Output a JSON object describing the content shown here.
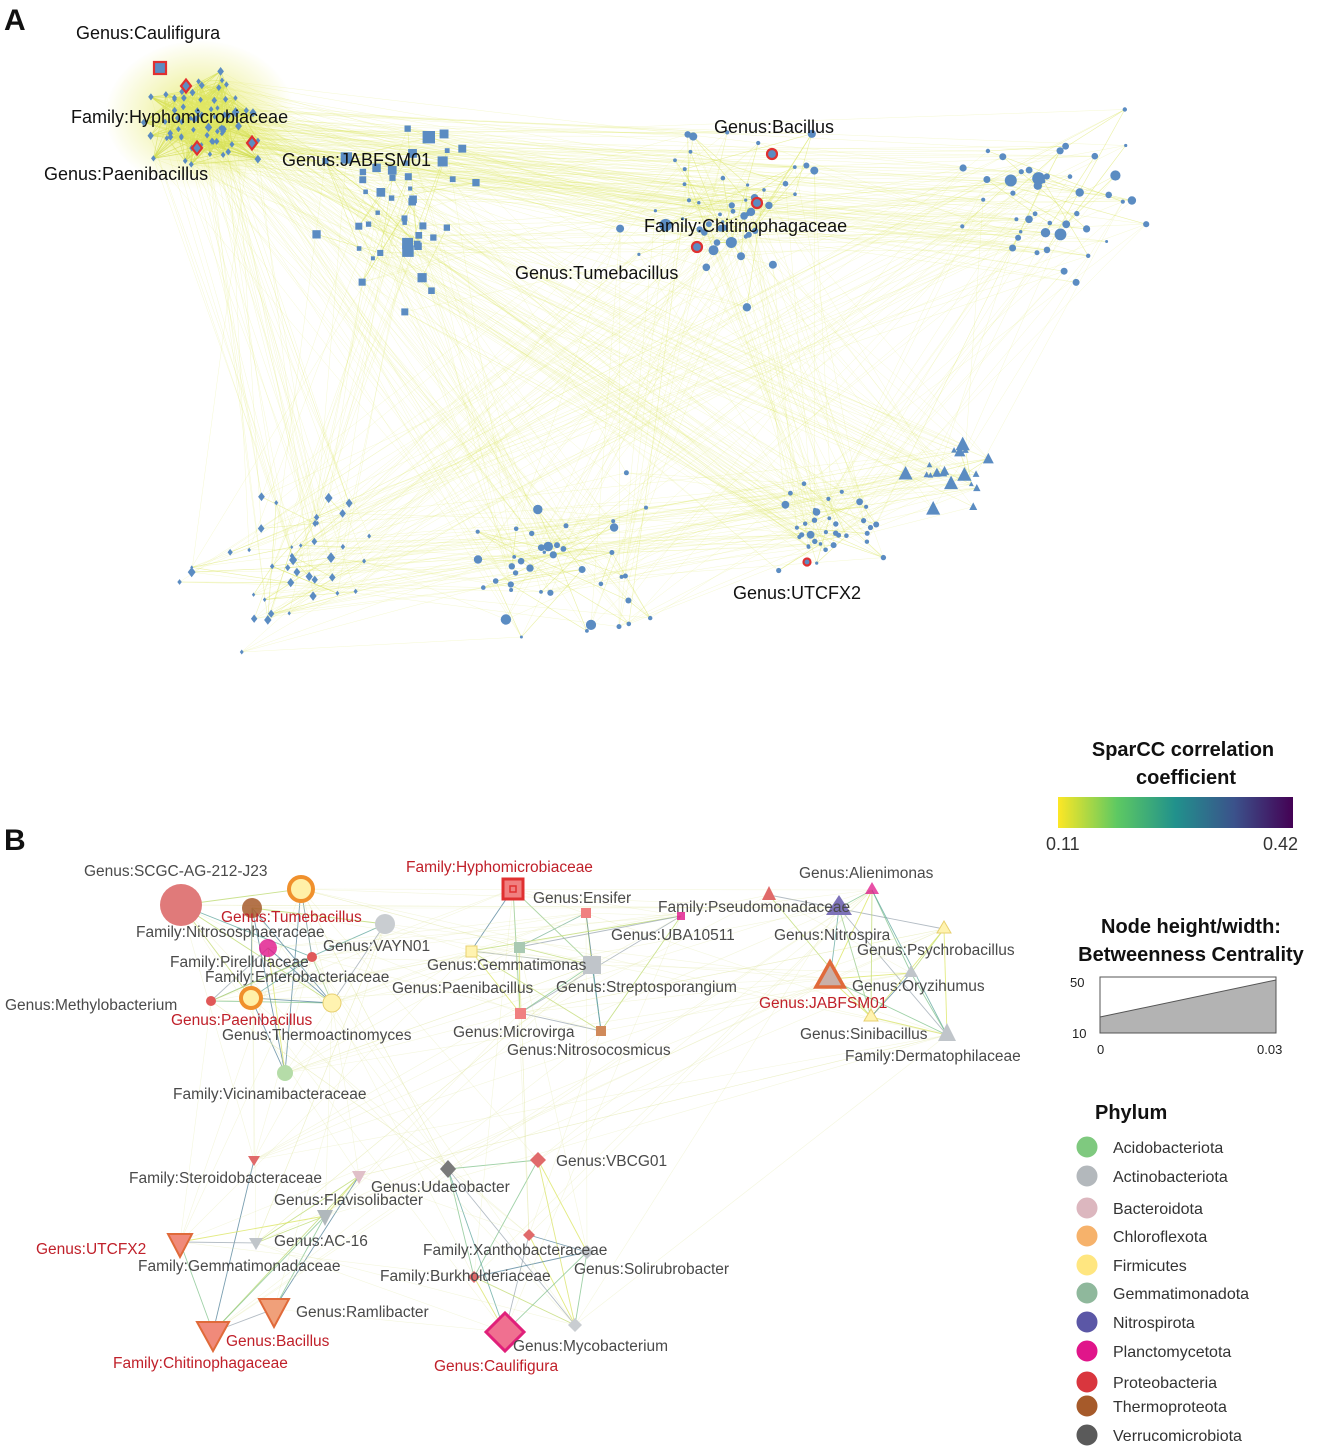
{
  "panels": {
    "a": {
      "letter": "A",
      "labels": [
        {
          "id": "caulifigura",
          "text": "Genus:Caulifigura"
        },
        {
          "id": "hyphomicro",
          "text": "Family:Hyphomicrobiaceae"
        },
        {
          "id": "paeni",
          "text": "Genus:Paenibacillus"
        },
        {
          "id": "jabfsm",
          "text": "Genus:JABFSM01"
        },
        {
          "id": "bacillus",
          "text": "Genus:Bacillus"
        },
        {
          "id": "chitino",
          "text": "Family:Chitinophagaceae"
        },
        {
          "id": "tume",
          "text": "Genus:Tumebacillus"
        },
        {
          "id": "utcfx2",
          "text": "Genus:UTCFX2"
        }
      ]
    },
    "b": {
      "letter": "B",
      "labels": [
        {
          "id": "b1",
          "text": "Genus:SCGC-AG-212-J23",
          "color": "grey"
        },
        {
          "id": "b2",
          "text": "Genus:Tumebacillus",
          "color": "red"
        },
        {
          "id": "b3",
          "text": "Family:Nitrososphaeraceae",
          "color": "grey"
        },
        {
          "id": "b4",
          "text": "Genus:VAYN01",
          "color": "grey"
        },
        {
          "id": "b5",
          "text": "Family:Pirellulaceae",
          "color": "grey"
        },
        {
          "id": "b6",
          "text": "Family:Enterobacteriaceae",
          "color": "grey"
        },
        {
          "id": "b7",
          "text": "Genus:Methylobacterium",
          "color": "grey"
        },
        {
          "id": "b8",
          "text": "Genus:Paenibacillus",
          "color": "red"
        },
        {
          "id": "b9",
          "text": "Genus:Thermoactinomyces",
          "color": "grey"
        },
        {
          "id": "b10",
          "text": "Family:Vicinamibacteraceae",
          "color": "grey"
        },
        {
          "id": "b11",
          "text": "Family:Hyphomicrobiaceae",
          "color": "red"
        },
        {
          "id": "b12",
          "text": "Genus:Ensifer",
          "color": "grey"
        },
        {
          "id": "b13",
          "text": "Family:Pseudomonadaceae",
          "color": "grey"
        },
        {
          "id": "b14",
          "text": "Genus:UBA10511",
          "color": "grey"
        },
        {
          "id": "b15",
          "text": "Genus:Gemmatimonas",
          "color": "grey"
        },
        {
          "id": "b16",
          "text": "Genus:Paenibacillus",
          "color": "grey"
        },
        {
          "id": "b17",
          "text": "Genus:Streptosporangium",
          "color": "grey"
        },
        {
          "id": "b18",
          "text": "Genus:Microvirga",
          "color": "grey"
        },
        {
          "id": "b19",
          "text": "Genus:Nitrosocosmicus",
          "color": "grey"
        },
        {
          "id": "b20",
          "text": "Genus:Alienimonas",
          "color": "grey"
        },
        {
          "id": "b21",
          "text": "Genus:Nitrospira",
          "color": "grey"
        },
        {
          "id": "b22",
          "text": "Genus:Psychrobacillus",
          "color": "grey"
        },
        {
          "id": "b23",
          "text": "Genus:JABFSM01",
          "color": "red"
        },
        {
          "id": "b24",
          "text": "Genus:Oryzihumus",
          "color": "grey"
        },
        {
          "id": "b25",
          "text": "Genus:Sinibacillus",
          "color": "grey"
        },
        {
          "id": "b26",
          "text": "Family:Dermatophilaceae",
          "color": "grey"
        },
        {
          "id": "b27",
          "text": "Genus:VBCG01",
          "color": "grey"
        },
        {
          "id": "b28",
          "text": "Family:Steroidobacteraceae",
          "color": "grey"
        },
        {
          "id": "b29",
          "text": "Genus:Udaeobacter",
          "color": "grey"
        },
        {
          "id": "b30",
          "text": "Genus:Flavisolibacter",
          "color": "grey"
        },
        {
          "id": "b31",
          "text": "Genus:AC-16",
          "color": "grey"
        },
        {
          "id": "b32",
          "text": "Genus:UTCFX2",
          "color": "red"
        },
        {
          "id": "b33",
          "text": "Family:Gemmatimonadaceae",
          "color": "grey"
        },
        {
          "id": "b34",
          "text": "Family:Xanthobacteraceae",
          "color": "grey"
        },
        {
          "id": "b35",
          "text": "Family:Burkholderiaceae",
          "color": "grey"
        },
        {
          "id": "b36",
          "text": "Genus:Solirubrobacter",
          "color": "grey"
        },
        {
          "id": "b37",
          "text": "Genus:Ramlibacter",
          "color": "grey"
        },
        {
          "id": "b38",
          "text": "Genus:Bacillus",
          "color": "red"
        },
        {
          "id": "b39",
          "text": "Family:Chitinophagaceae",
          "color": "red"
        },
        {
          "id": "b40",
          "text": "Genus:Mycobacterium",
          "color": "grey"
        },
        {
          "id": "b41",
          "text": "Genus:Caulifigura",
          "color": "red"
        }
      ]
    }
  },
  "legend": {
    "sparcc_title_line1": "SparCC correlation",
    "sparcc_title_line2": "coefficient",
    "sparcc_min": "0.11",
    "sparcc_max": "0.42",
    "node_title_line1": "Node height/width:",
    "node_title_line2": "Betweenness Centrality",
    "node_y_max": "50",
    "node_y_min": "10",
    "node_x_min": "0",
    "node_x_max": "0.03",
    "phylum_title": "Phylum",
    "phyla": [
      {
        "name": "Acidobacteriota",
        "color": "#7fc97f"
      },
      {
        "name": "Actinobacteriota",
        "color": "#b3b8bc"
      },
      {
        "name": "Bacteroidota",
        "color": "#dcb7bf"
      },
      {
        "name": "Chloroflexota",
        "color": "#f6b26b"
      },
      {
        "name": "Firmicutes",
        "color": "#ffe680"
      },
      {
        "name": "Gemmatimonadota",
        "color": "#8fb89c"
      },
      {
        "name": "Nitrospirota",
        "color": "#5b57a6"
      },
      {
        "name": "Planctomycetota",
        "color": "#e0158a"
      },
      {
        "name": "Proteobacteria",
        "color": "#d9363e"
      },
      {
        "name": "Thermoproteota",
        "color": "#a65a2a"
      },
      {
        "name": "Verrucomicrobiota",
        "color": "#5a5a5a"
      }
    ]
  },
  "colors": {
    "node_blue": "#5b8cc2",
    "highlight_red": "#e03030",
    "edge_yellow": "#d9e45a",
    "label_red": "#c0202a"
  }
}
